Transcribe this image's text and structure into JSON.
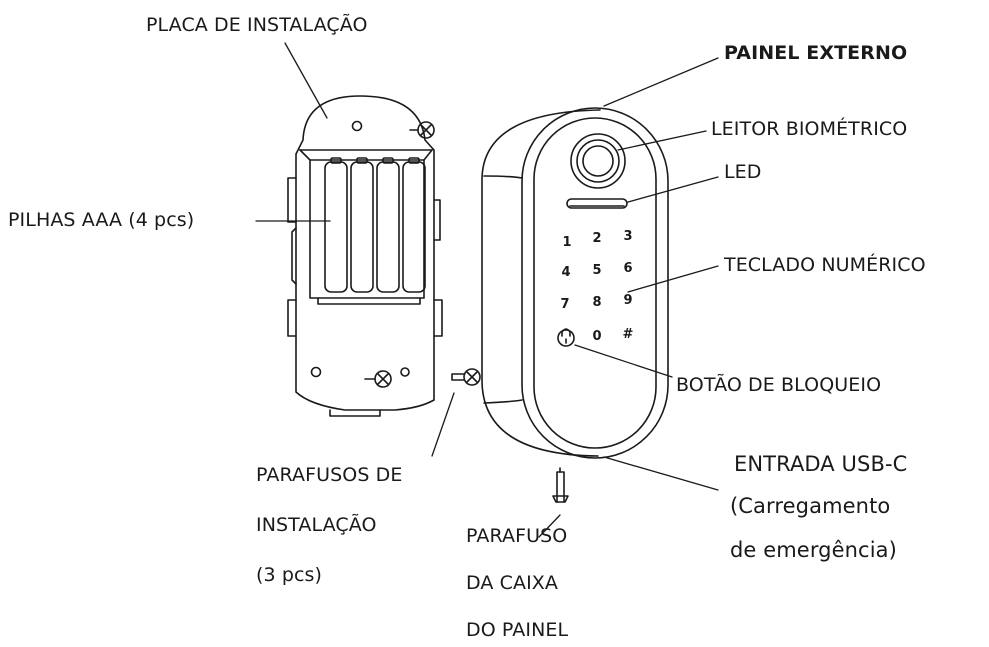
{
  "diagram": {
    "labels": {
      "mounting_plate": "PLACA DE INSTALAÇÃO",
      "batteries": "PILHAS AAA (4 pcs)",
      "install_screws_l1": "PARAFUSOS DE",
      "install_screws_l2": "INSTALAÇÃO",
      "install_screws_l3": "(3 pcs)",
      "case_screw_l1": "PARAFUSO",
      "case_screw_l2": "DA CAIXA",
      "case_screw_l3": "DO PAINEL",
      "outer_panel": "PAINEL EXTERNO",
      "fingerprint_reader": "LEITOR BIOMÉTRICO",
      "led": "LED",
      "keypad": "TECLADO NUMÉRICO",
      "lock_button": "BOTÃO DE BLOQUEIO",
      "usb_l1": "ENTRADA USB-C",
      "usb_l2": "(Carregamento",
      "usb_l3": "de emergência)"
    },
    "keypad_keys": [
      "1",
      "2",
      "3",
      "4",
      "5",
      "6",
      "7",
      "8",
      "9",
      "0",
      "#"
    ]
  }
}
